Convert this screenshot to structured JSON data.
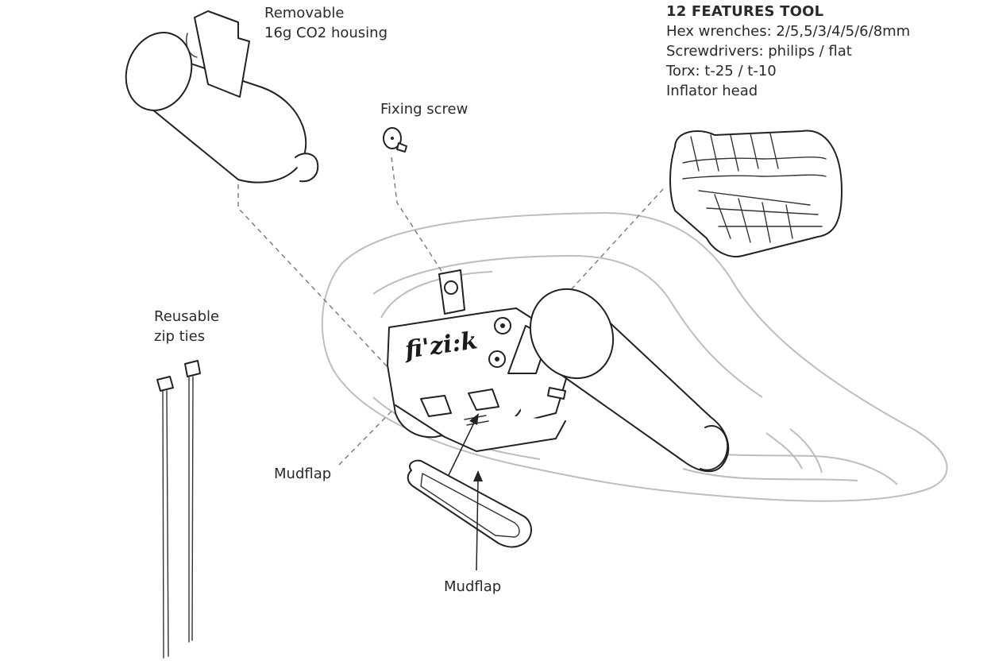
{
  "labels": {
    "co2_housing": [
      "Removable",
      "16g CO2 housing"
    ],
    "fixing_screw": "Fixing screw",
    "features": {
      "heading": "12 FEATURES TOOL",
      "lines": [
        "Hex wrenches: 2/5,5/3/4/5/6/8mm",
        "Screwdrivers: philips / flat",
        "Torx: t-25 / t-10",
        "Inflator head"
      ]
    },
    "zip_ties": [
      "Reusable",
      "zip ties"
    ],
    "mudflap_left": "Mudflap",
    "mudflap_bottom": "Mudflap"
  },
  "logo": "fi'zi:k",
  "colors": {
    "line": "#222222",
    "saddle_outline": "#bdbdbd",
    "dashed_leader": "#777777",
    "background": "#ffffff"
  }
}
